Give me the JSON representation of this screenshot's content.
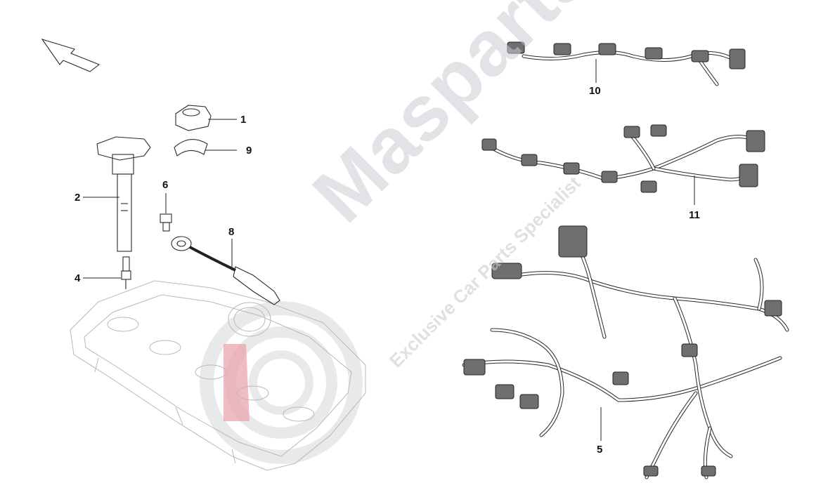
{
  "callouts": {
    "c1": "1",
    "c9": "9",
    "c2": "2",
    "c6": "6",
    "c8": "8",
    "c4": "4",
    "c10": "10",
    "c11": "11",
    "c5": "5"
  },
  "watermark": {
    "brand": "Masparts",
    "tagline": "Exclusive Car Parts Specialist",
    "brand_color": "#c9cdd3",
    "logo_accent": "#e8a0a6"
  }
}
